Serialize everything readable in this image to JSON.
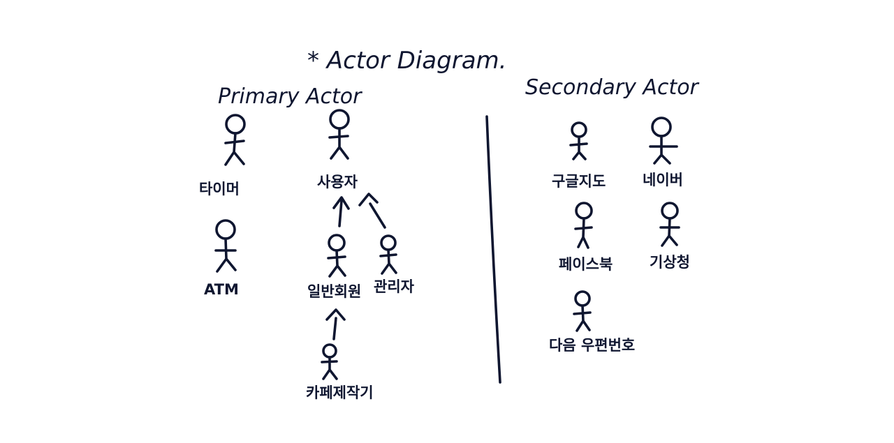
{
  "diagram": {
    "title": "* Actor Diagram.",
    "primary_heading": "Primary Actor",
    "secondary_heading": "Secondary Actor",
    "primary_actors": [
      {
        "label": "타이머"
      },
      {
        "label": "ATM"
      },
      {
        "label": "사용자"
      },
      {
        "label": "일반회원"
      },
      {
        "label": "관리자"
      },
      {
        "label": "카페제작기"
      }
    ],
    "secondary_actors": [
      {
        "label": "구글지도"
      },
      {
        "label": "네이버"
      },
      {
        "label": "페이스북"
      },
      {
        "label": "기상청"
      },
      {
        "label": "다음 우편번호"
      }
    ],
    "generalizations": [
      {
        "from": "일반회원",
        "to": "사용자"
      },
      {
        "from": "관리자",
        "to": "사용자"
      },
      {
        "from": "카페제작기",
        "to": "일반회원"
      }
    ]
  }
}
